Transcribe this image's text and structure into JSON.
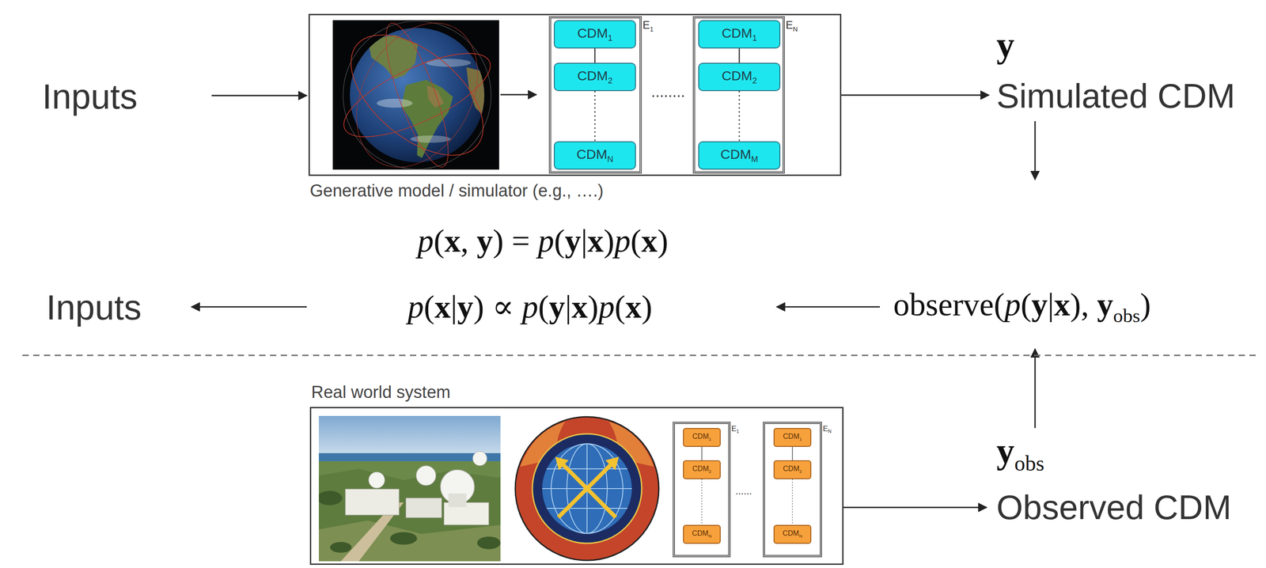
{
  "diagram": {
    "nodes": [
      {
        "text": [
          "Generative model / simulator (e.g., ….)"
        ]
      },
      {
        "text": [
          "E1"
        ],
        "in": 0
      },
      {
        "text": [
          "CDM1"
        ],
        "in": 1
      },
      {
        "text": [
          "CDM2"
        ],
        "in": 1
      },
      {
        "text": [
          "CDMN"
        ],
        "in": 1
      },
      {
        "text": [
          "EN"
        ],
        "in": 0
      },
      {
        "text": [
          "CDM1"
        ],
        "in": 5
      },
      {
        "text": [
          "CDM2"
        ],
        "in": 5
      },
      {
        "text": [
          "CDMM"
        ],
        "in": 5
      },
      {
        "text": [
          "Real world system"
        ]
      },
      {
        "text": [
          "E1"
        ],
        "in": 9
      },
      {
        "text": [
          "CDM1"
        ],
        "in": 10
      },
      {
        "text": [
          "CDM2"
        ],
        "in": 10
      },
      {
        "text": [
          "CDMN"
        ],
        "in": 10
      },
      {
        "text": [
          "EN"
        ],
        "in": 9
      },
      {
        "text": [
          "CDM1"
        ],
        "in": 14
      },
      {
        "text": [
          "CDM2"
        ],
        "in": 14
      },
      {
        "text": [
          "CDMN"
        ],
        "in": 14
      }
    ],
    "edges": [
      {
        "from": 2,
        "to": 3,
        "arrow": "none"
      },
      {
        "from": 3,
        "to": 4,
        "arrow": "none"
      },
      {
        "from": 6,
        "to": 7,
        "arrow": "none"
      },
      {
        "from": 7,
        "to": 8,
        "arrow": "none"
      },
      {
        "from": 11,
        "to": 12,
        "arrow": "none"
      },
      {
        "from": 12,
        "to": 13,
        "arrow": "none"
      },
      {
        "from": 15,
        "to": 16,
        "arrow": "none"
      },
      {
        "from": 16,
        "to": 17,
        "arrow": "none"
      }
    ],
    "labels": [
      "Inputs",
      "y",
      "Simulated CDM",
      "........",
      "p(x, y) = p(y|x)p(x)",
      "Inputs",
      "p(x|y) ∝ p(y|x)p(x)",
      "observe(p(y|x), yobs)",
      "yobs",
      "Observed CDM",
      "......"
    ]
  }
}
